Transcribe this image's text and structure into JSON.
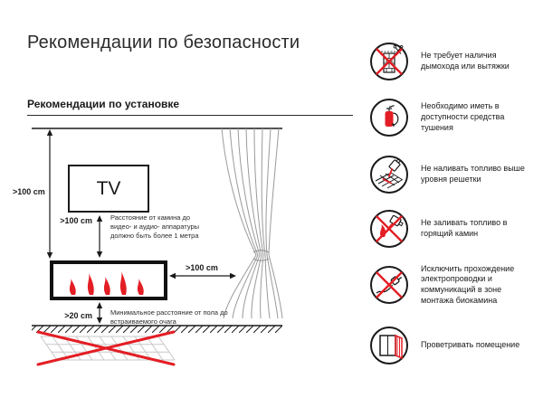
{
  "page": {
    "title": "Рекомендации по безопасности",
    "section_title": "Рекомендации по установке"
  },
  "colors": {
    "accent_red": "#e31e24",
    "ink": "#1a1a1a"
  },
  "diagram": {
    "tv_label": "TV",
    "wall_distance": ">100 cm",
    "tv_distance": ">100 cm",
    "tv_distance_note": "Расстояние от камина до видео- и аудио- аппаратуры должно быть более 1 метра",
    "curtain_distance": ">100 cm",
    "floor_distance": ">20 cm",
    "floor_distance_note": "Минимальное расстояние от пола до встраиваемого очага"
  },
  "recommendations": [
    {
      "icon": "no-chimney-icon",
      "text": "Не требует наличия дымохода или вытяжки"
    },
    {
      "icon": "extinguisher-icon",
      "text": "Необходимо иметь в доступности средства тушения"
    },
    {
      "icon": "no-fuel-above-grate-icon",
      "text": "Не наливать топливо выше уровня решетки"
    },
    {
      "icon": "no-fuel-burning-icon",
      "text": "Не заливать топливо в горящий камин"
    },
    {
      "icon": "no-wiring-icon",
      "text": "Исключить прохождение электропроводки и коммуникаций в зоне монтажа биокамина"
    },
    {
      "icon": "ventilate-icon",
      "text": "Проветривать помещение"
    }
  ]
}
